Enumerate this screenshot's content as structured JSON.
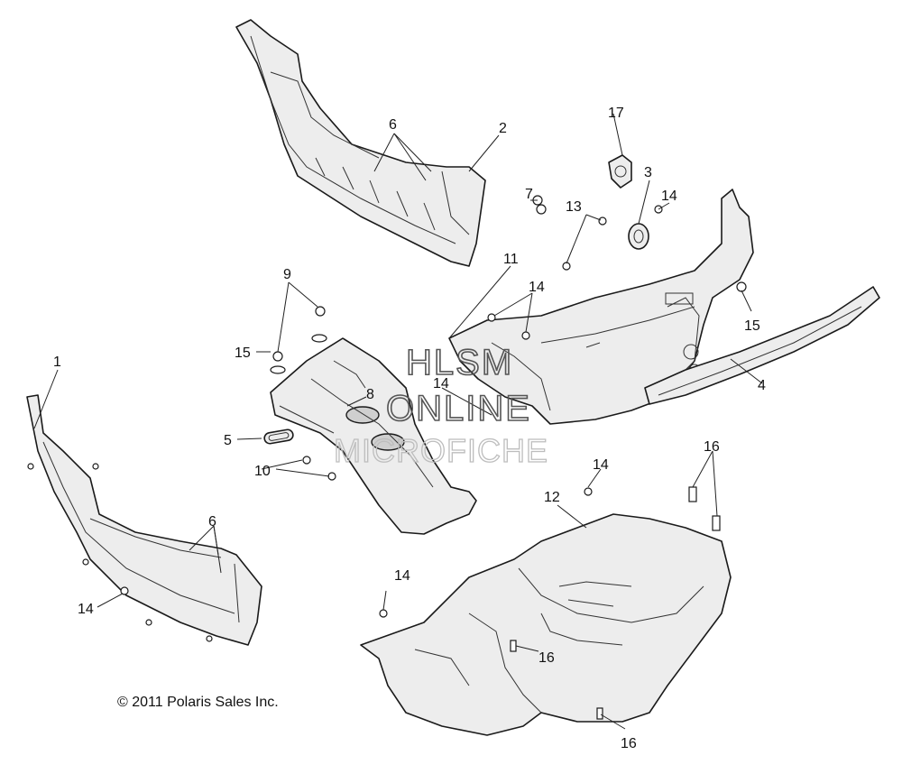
{
  "callouts": {
    "c1": "1",
    "c2": "2",
    "c3": "3",
    "c4": "4",
    "c5": "5",
    "c6a": "6",
    "c6b": "6",
    "c7": "7",
    "c8": "8",
    "c9": "9",
    "c10": "10",
    "c11": "11",
    "c12": "12",
    "c13": "13",
    "c14a": "14",
    "c14b": "14",
    "c14c": "14",
    "c14d": "14",
    "c14e": "14",
    "c14f": "14",
    "c15a": "15",
    "c15b": "15",
    "c16a": "16",
    "c16b": "16",
    "c16c": "16",
    "c17": "17"
  },
  "watermark": {
    "line1": "HLSM",
    "line2": "ONLINE",
    "line3": "MICROFICHE"
  },
  "copyright": "© 2011 Polaris Sales Inc.",
  "colors": {
    "outline": "#1a1a1a",
    "part_fill": "#ededed",
    "watermark": "#555555"
  }
}
